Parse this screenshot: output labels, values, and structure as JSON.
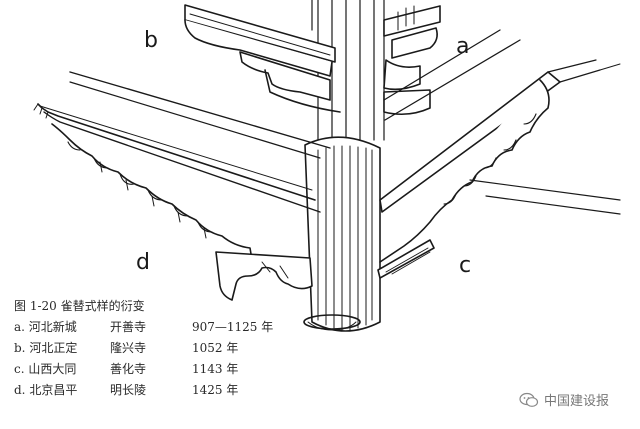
{
  "figure": {
    "labels": {
      "a": "a",
      "b": "b",
      "c": "c",
      "d": "d"
    },
    "caption": {
      "title": "图 1-20  雀替式样的衍变",
      "rows": [
        {
          "key": "a.",
          "place": "河北新城",
          "building": "开善寺",
          "date": "907—1125 年"
        },
        {
          "key": "b.",
          "place": "河北正定",
          "building": "隆兴寺",
          "date": "1052 年"
        },
        {
          "key": "c.",
          "place": "山西大同",
          "building": "善化寺",
          "date": "1143 年"
        },
        {
          "key": "d.",
          "place": "北京昌平",
          "building": "明长陵",
          "date": "1425 年"
        }
      ]
    }
  },
  "watermark": {
    "text": "中国建设报",
    "icon": "wechat-icon"
  },
  "colors": {
    "ink": "#1a1a1a",
    "background": "#ffffff"
  }
}
